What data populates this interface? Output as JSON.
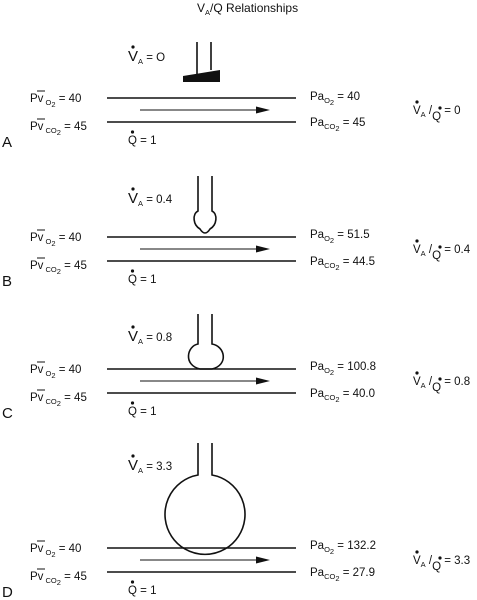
{
  "title": {
    "main": "V",
    "sub": "A",
    "rest": "/Q Relationships"
  },
  "symbols": {
    "pv_prefix": "P",
    "v_letter": "v",
    "pa_prefix": "Pa",
    "o2": "O",
    "o2_num": "2",
    "co2": "CO",
    "co2_num": "2",
    "va": "V",
    "va_sub": "A",
    "q": "Q",
    "slash": "/",
    "equals": "="
  },
  "panels": [
    {
      "letter": "A",
      "va_value": "O",
      "pv_o2": "40",
      "pv_co2": "45",
      "q_value": "1",
      "pa_o2": "40",
      "pa_co2": "45",
      "ratio": "0",
      "alveolus": "collapsed",
      "text_ratio_style": "compact"
    },
    {
      "letter": "B",
      "va_value": "0.4",
      "pv_o2": "40",
      "pv_co2": "45",
      "q_value": "1",
      "pa_o2": "51.5",
      "pa_co2": "44.5",
      "ratio": "0.4",
      "alveolus": "small"
    },
    {
      "letter": "C",
      "va_value": "0.8",
      "pv_o2": "40",
      "pv_co2": "45",
      "q_value": "1",
      "pa_o2": "100.8",
      "pa_co2": "40.0",
      "ratio": "0.8",
      "alveolus": "medium"
    },
    {
      "letter": "D",
      "va_value": "3.3",
      "pv_o2": "40",
      "pv_co2": "45",
      "q_value": "1",
      "pa_o2": "132.2",
      "pa_co2": "27.9",
      "ratio": "3.3",
      "alveolus": "large"
    }
  ]
}
